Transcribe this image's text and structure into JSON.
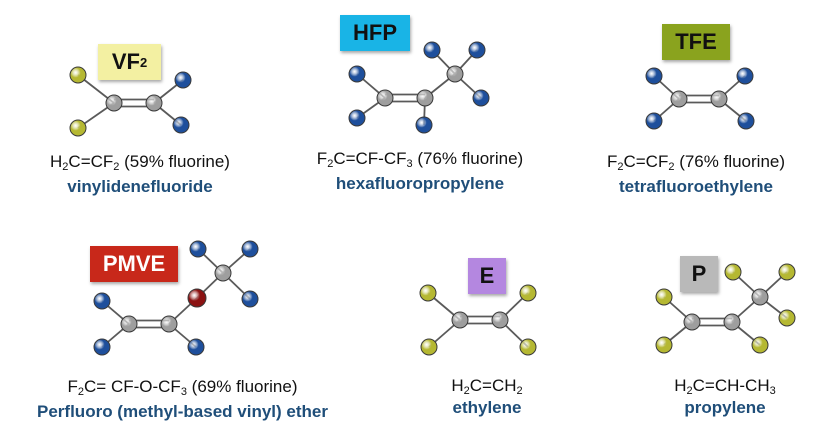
{
  "colors": {
    "carbon": "#9e9e9e",
    "fluorine": "#1e4f9c",
    "hydrogen": "#b5b832",
    "oxygen": "#8b1212",
    "vf2_badge": "#f3f0a2",
    "hfp_badge": "#19b4e6",
    "tfe_badge": "#8aa31e",
    "pmve_badge": "#c8281a",
    "e_badge": "#b487e0",
    "p_badge": "#b9b9b9",
    "name_text": "#1f4e79"
  },
  "molecules": [
    {
      "id": "vf2",
      "badge": {
        "main": "VF",
        "sub": "2"
      },
      "formula": {
        "p1": "H",
        "s1": "2",
        "p2": "C=CF",
        "s2": "2",
        "p3": " (59% fluorine)"
      },
      "name": "vinylidenefluoride",
      "atoms": [
        "carbon",
        "carbon",
        "hydrogen",
        "hydrogen",
        "fluorine",
        "fluorine"
      ]
    },
    {
      "id": "hfp",
      "badge": {
        "main": "HFP"
      },
      "formula": {
        "p1": "F",
        "s1": "2",
        "p2": "C=CF-CF",
        "s2": "3",
        "p3": " (76% fluorine)"
      },
      "name": "hexafluoropropylene",
      "atoms": [
        "carbon",
        "carbon",
        "carbon",
        "fluorine",
        "fluorine",
        "fluorine",
        "fluorine",
        "fluorine",
        "fluorine"
      ]
    },
    {
      "id": "tfe",
      "badge": {
        "main": "TFE"
      },
      "formula": {
        "p1": "F",
        "s1": "2",
        "p2": "C=CF",
        "s2": "2",
        "p3": " (76% fluorine)"
      },
      "name": "tetrafluoroethylene",
      "atoms": [
        "carbon",
        "carbon",
        "fluorine",
        "fluorine",
        "fluorine",
        "fluorine"
      ]
    },
    {
      "id": "pmve",
      "badge": {
        "main": "PMVE"
      },
      "formula": {
        "p1": "F",
        "s1": "2",
        "p2": "C= CF-O-CF",
        "s2": "3",
        "p3": " (69% fluorine)"
      },
      "name": "Perfluoro (methyl-based vinyl) ether",
      "atoms": [
        "carbon",
        "carbon",
        "oxygen",
        "carbon",
        "fluorine",
        "fluorine",
        "fluorine",
        "fluorine",
        "fluorine",
        "fluorine"
      ]
    },
    {
      "id": "e",
      "badge": {
        "main": "E"
      },
      "formula": {
        "p1": "H",
        "s1": "2",
        "p2": "C=CH",
        "s2": "2",
        "p3": ""
      },
      "name": "ethylene",
      "atoms": [
        "carbon",
        "carbon",
        "hydrogen",
        "hydrogen",
        "hydrogen",
        "hydrogen"
      ]
    },
    {
      "id": "p",
      "badge": {
        "main": "P"
      },
      "formula": {
        "p1": "H",
        "s1": "2",
        "p2": "C=CH-CH",
        "s2": "3",
        "p3": ""
      },
      "name": "propylene",
      "atoms": [
        "carbon",
        "carbon",
        "carbon",
        "hydrogen",
        "hydrogen",
        "hydrogen",
        "hydrogen",
        "hydrogen",
        "hydrogen"
      ]
    }
  ]
}
